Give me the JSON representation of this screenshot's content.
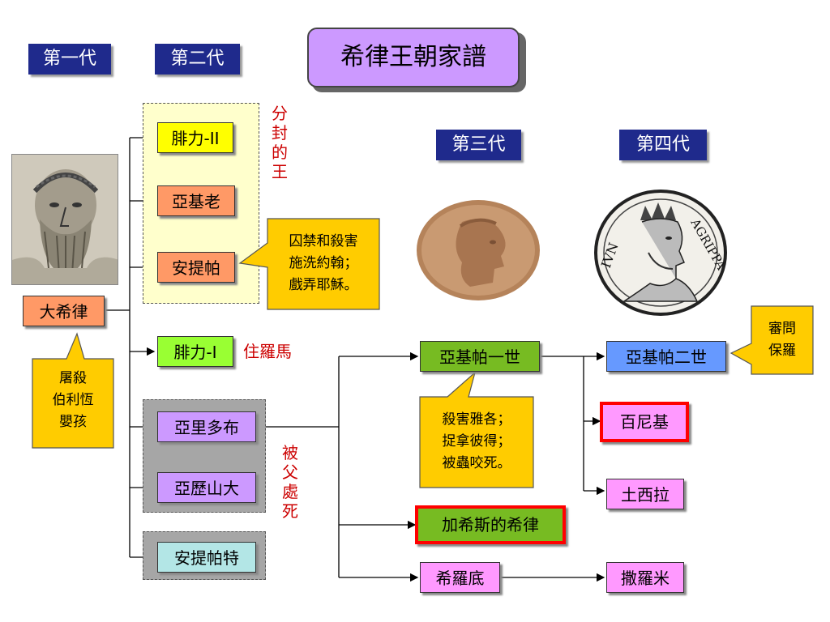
{
  "title": "希律王朝家譜",
  "generations": {
    "first": "第一代",
    "second": "第二代",
    "third": "第三代",
    "fourth": "第四代"
  },
  "people": {
    "herod_great": "大希律",
    "philip_2": "腓力-II",
    "archelaus": "亞基老",
    "antipas": "安提帕",
    "philip_1": "腓力-I",
    "aristobulus": "亞里多布",
    "alexander": "亞歷山大",
    "antipater": "安提帕特",
    "agrippa_1": "亞基帕一世",
    "herod_chalcis": "加希斯的希律",
    "herodias": "希羅底",
    "agrippa_2": "亞基帕二世",
    "bernice": "百尼基",
    "drusilla": "土西拉",
    "salome": "撒羅米"
  },
  "labels": {
    "divided_kings": [
      "分",
      "封",
      "的",
      "王"
    ],
    "lived_in_rome": "住羅馬",
    "killed_by_father": [
      "被",
      "父",
      "處",
      "死"
    ]
  },
  "callouts": {
    "herod": [
      "屠殺",
      "伯利恆",
      "嬰孩"
    ],
    "antipas": [
      "囚禁和殺害",
      "施洗約翰；",
      "戲弄耶穌。"
    ],
    "agrippa_1": [
      "殺害雅各；",
      "捉拿彼得；",
      "被蟲咬死。"
    ],
    "agrippa_2": [
      "審問",
      "保羅"
    ]
  },
  "coin_text": {
    "left": "IVN",
    "right": "AGRIPPA"
  }
}
